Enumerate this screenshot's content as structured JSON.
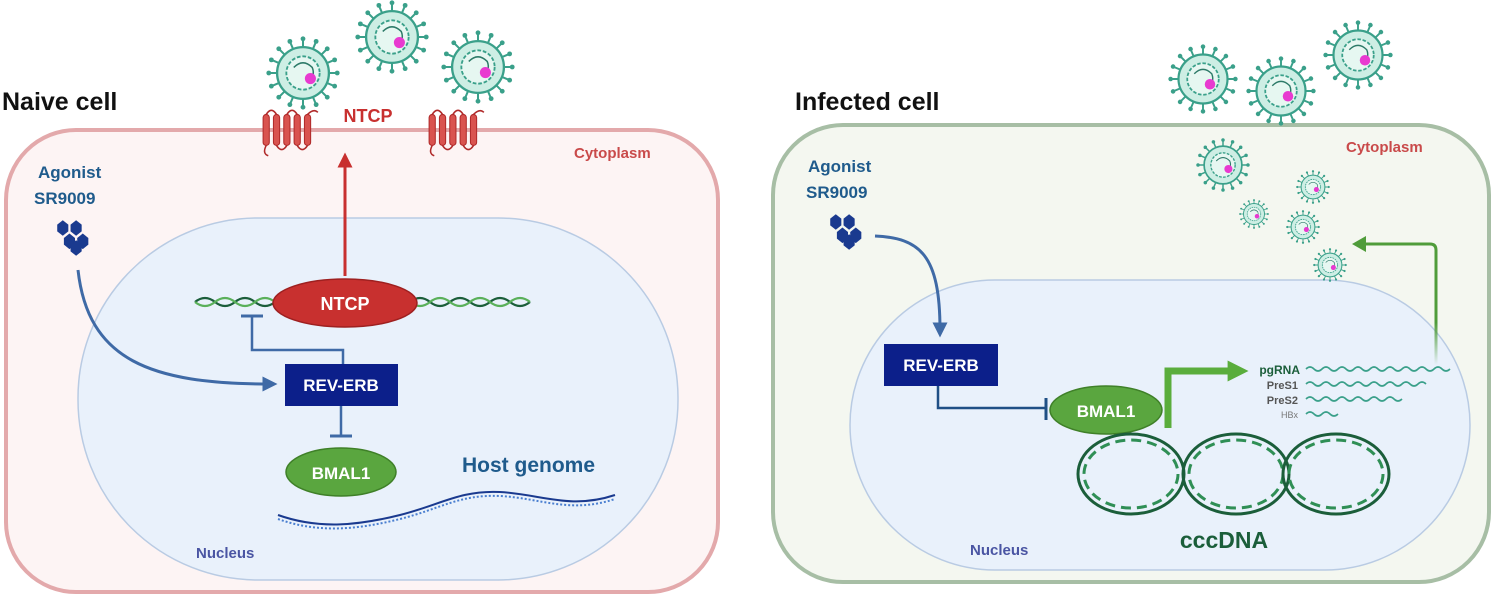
{
  "colors": {
    "naive_membrane": "#e3a9ab",
    "naive_cytoplasm": "#fdf4f4",
    "infected_membrane": "#a7bea5",
    "infected_cytoplasm": "#f4f7f0",
    "nucleus_fill": "#e9f1fb",
    "nucleus_stroke": "#b9cbe3",
    "rev_erb": "#0c1f8a",
    "bmal1": "#5aa63f",
    "ntcp": "#c8302f",
    "agonist": "#1a3a8f",
    "blue_text": "#1f5b8c",
    "cytoplasm_text": "#c94a4a",
    "nucleus_text": "#4a55a3",
    "inhibit_line": "#3f6aa6",
    "green_arrow": "#4f9c3a",
    "virus": "#3aa08a",
    "dna_dark": "#1b5e3a"
  },
  "naive": {
    "title": "Naive cell",
    "cytoplasm": "Cytoplasm",
    "nucleus": "Nucleus",
    "agonist": "Agonist",
    "agonist_name": "SR9009",
    "rev_erb": "REV-ERB",
    "bmal1": "BMAL1",
    "ntcp_gene": "NTCP",
    "ntcp_receptor": "NTCP",
    "host_genome": "Host genome"
  },
  "infected": {
    "title": "Infected cell",
    "cytoplasm": "Cytoplasm",
    "nucleus": "Nucleus",
    "agonist": "Agonist",
    "agonist_name": "SR9009",
    "rev_erb": "REV-ERB",
    "bmal1": "BMAL1",
    "cccdna": "cccDNA",
    "transcripts": [
      "pgRNA",
      "PreS1",
      "PreS2",
      "HBx"
    ]
  },
  "icons": [
    "virus-particle-icon",
    "ntcp-receptor-icon",
    "agonist-molecule-icon",
    "dna-helix-icon",
    "cccdna-ring-icon"
  ]
}
